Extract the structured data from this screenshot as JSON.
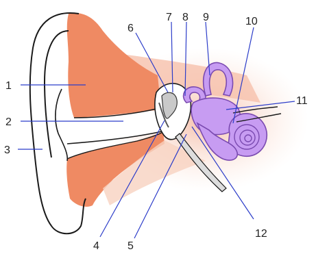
{
  "colors": {
    "skin": "#ef8a63",
    "skin_light": "#f7c8b4",
    "cochlea": "#c79cf2",
    "cochlea_stroke": "#7a4ab0",
    "pointer": "#2b3cc9",
    "outline": "#1a1a1a"
  },
  "labels": {
    "l1": "1",
    "l2": "2",
    "l3": "3",
    "l4": "4",
    "l5": "5",
    "l6": "6",
    "l7": "7",
    "l8": "8",
    "l9": "9",
    "l10": "10",
    "l11": "11",
    "l12": "12"
  }
}
